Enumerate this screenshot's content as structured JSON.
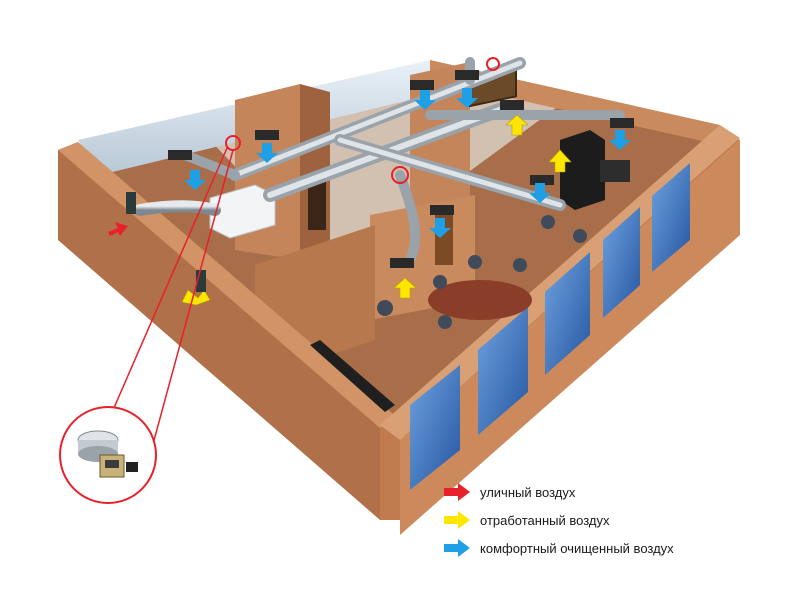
{
  "legend": {
    "items": [
      {
        "label": "уличный воздух",
        "color": "#e8202a",
        "icon": "red-arrow-icon"
      },
      {
        "label": "отработанный воздух",
        "color": "#ffe600",
        "icon": "yellow-arrow-icon"
      },
      {
        "label": "комфортный очищенный воздух",
        "color": "#1e9fe6",
        "icon": "blue-arrow-icon"
      }
    ]
  },
  "colors": {
    "wall": "#b9774a",
    "wall_top": "#cf9266",
    "floor": "#a86e4a",
    "duct": "#b9c0c7",
    "glass": "#3d78c2",
    "marker": "#e8202a"
  }
}
